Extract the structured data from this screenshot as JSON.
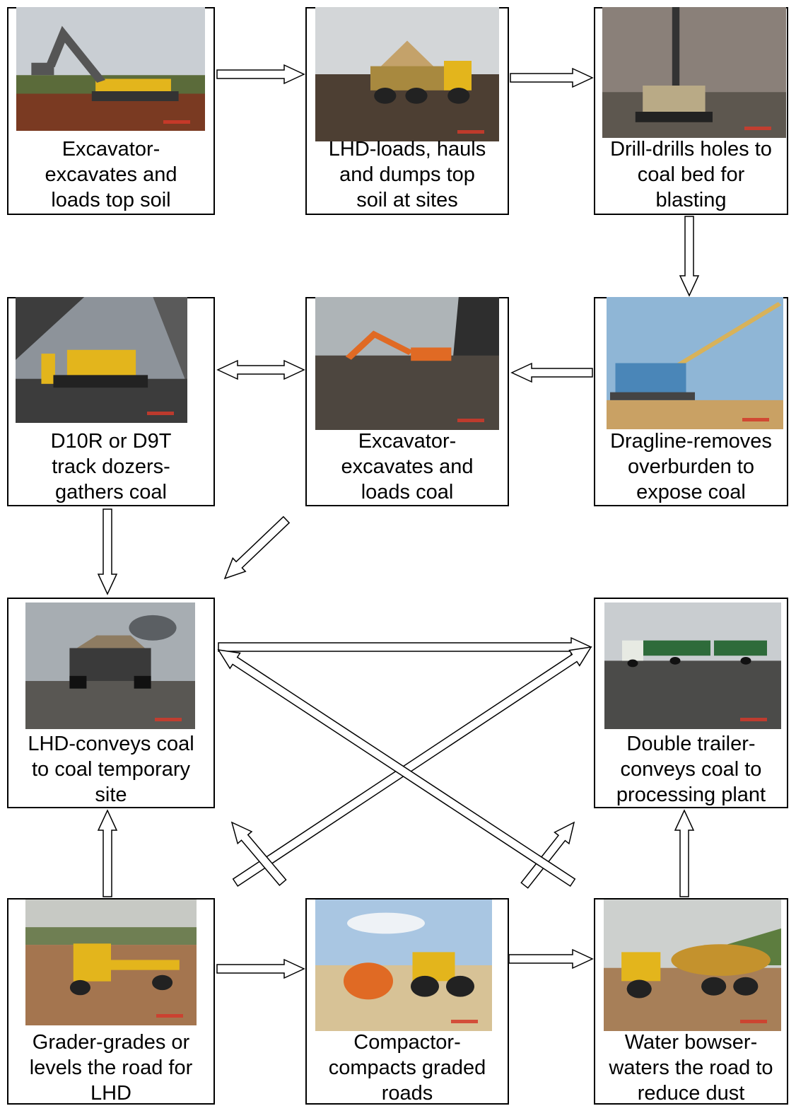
{
  "nodes": [
    {
      "id": "excavator-topsoil",
      "caption": "Excavator-\nexcavates and\nloads top soil",
      "scene": "excavator"
    },
    {
      "id": "lhd-topsoil",
      "caption": "LHD-loads, hauls\nand dumps top\nsoil at sites",
      "scene": "truck"
    },
    {
      "id": "drill",
      "caption": "Drill-drills holes to\ncoal bed for\nblasting",
      "scene": "drill"
    },
    {
      "id": "dozers",
      "caption": "D10R or D9T\ntrack dozers-\ngathers coal",
      "scene": "dozer"
    },
    {
      "id": "excavator-coal",
      "caption": "Excavator-\nexcavates and\nloads coal",
      "scene": "pit-excavator"
    },
    {
      "id": "dragline",
      "caption": "Dragline-removes\noverburden to\nexpose coal",
      "scene": "dragline"
    },
    {
      "id": "lhd-coal",
      "caption": "LHD-conveys coal\nto coal temporary\nsite",
      "scene": "haul-truck"
    },
    {
      "id": "double-trailer",
      "caption": "Double trailer-\nconveys coal to\nprocessing plant",
      "scene": "trailer"
    },
    {
      "id": "grader",
      "caption": "Grader-grades or\nlevels the road for\nLHD",
      "scene": "grader"
    },
    {
      "id": "compactor",
      "caption": "Compactor-\ncompacts graded\nroads",
      "scene": "compactor"
    },
    {
      "id": "water-bowser",
      "caption": "Water bowser-\nwaters the road to\nreduce dust",
      "scene": "bowser"
    }
  ],
  "arrows": [
    {
      "from": "excavator-topsoil",
      "to": "lhd-topsoil"
    },
    {
      "from": "lhd-topsoil",
      "to": "drill"
    },
    {
      "from": "drill",
      "to": "dragline"
    },
    {
      "from": "dragline",
      "to": "excavator-coal"
    },
    {
      "from": "excavator-coal",
      "to": "dozers",
      "bidirectional": true
    },
    {
      "from": "dozers",
      "to": "lhd-coal"
    },
    {
      "from": "excavator-coal",
      "to": "lhd-coal"
    },
    {
      "from": "lhd-coal",
      "to": "double-trailer"
    },
    {
      "from": "grader",
      "to": "lhd-coal"
    },
    {
      "from": "grader",
      "to": "double-trailer"
    },
    {
      "from": "compactor",
      "to": "lhd-coal"
    },
    {
      "from": "compactor",
      "to": "double-trailer"
    },
    {
      "from": "water-bowser",
      "to": "lhd-coal"
    },
    {
      "from": "water-bowser",
      "to": "double-trailer"
    },
    {
      "from": "grader",
      "to": "compactor"
    },
    {
      "from": "compactor",
      "to": "water-bowser"
    }
  ],
  "colors": {
    "stroke": "#000000",
    "arrow_fill": "#ffffff",
    "machine_yellow": "#e3b51c",
    "machine_orange": "#e06a24",
    "dragline_blue": "#4a86b8"
  }
}
